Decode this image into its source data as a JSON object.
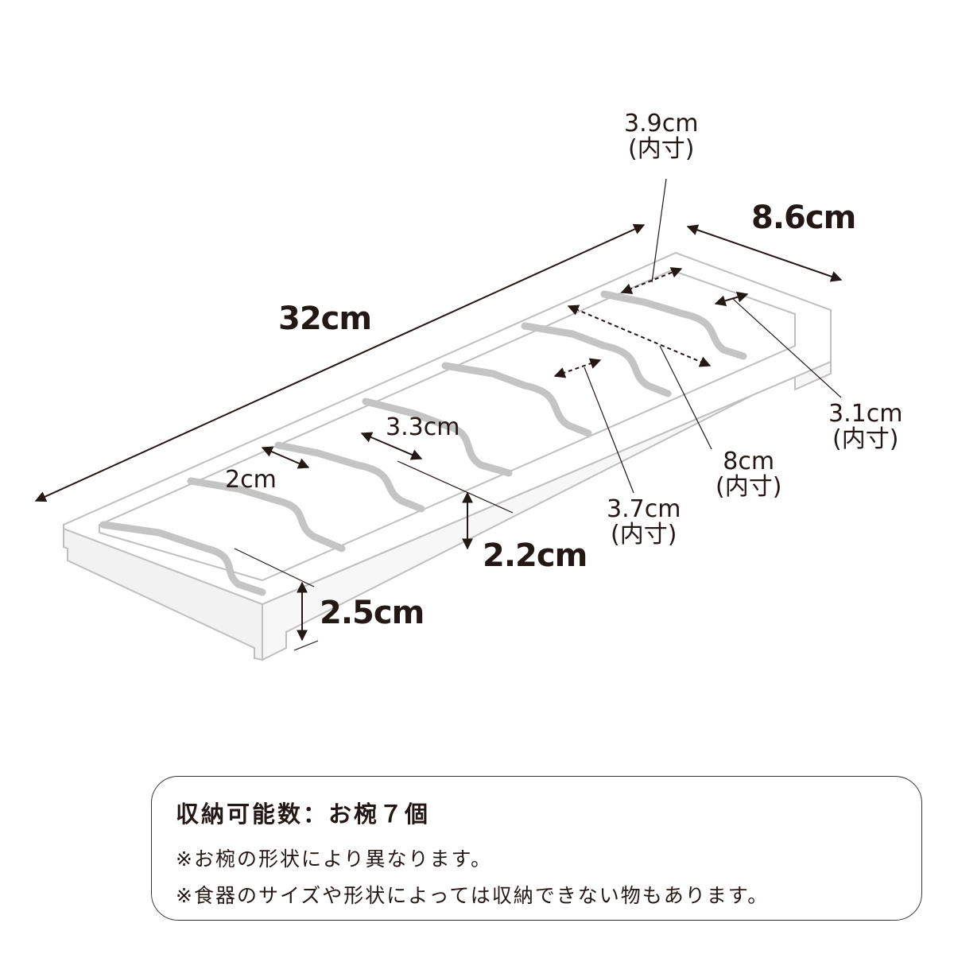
{
  "dimensions": {
    "length": "32cm",
    "depth": "8.6cm",
    "inner_top": {
      "value": "3.9cm",
      "note": "(内寸)"
    },
    "inner_right": {
      "value": "3.1cm",
      "note": "(内寸)"
    },
    "inner_length": {
      "value": "8cm",
      "note": "(内寸)"
    },
    "inner_gap": {
      "value": "3.7cm",
      "note": "(内寸)"
    },
    "slot_width": "3.3cm",
    "divider_width": "2cm",
    "divider_height": "2.2cm",
    "frame_height": "2.5cm"
  },
  "notes": {
    "title": "収納可能数：お椀７個",
    "line1": "※お椀の形状により異なります。",
    "line2": "※食器のサイズや形状によっては収納できない物もあります。"
  },
  "colors": {
    "product": "#ffffff",
    "outline": "#c8c8c8",
    "text": "#231815"
  }
}
